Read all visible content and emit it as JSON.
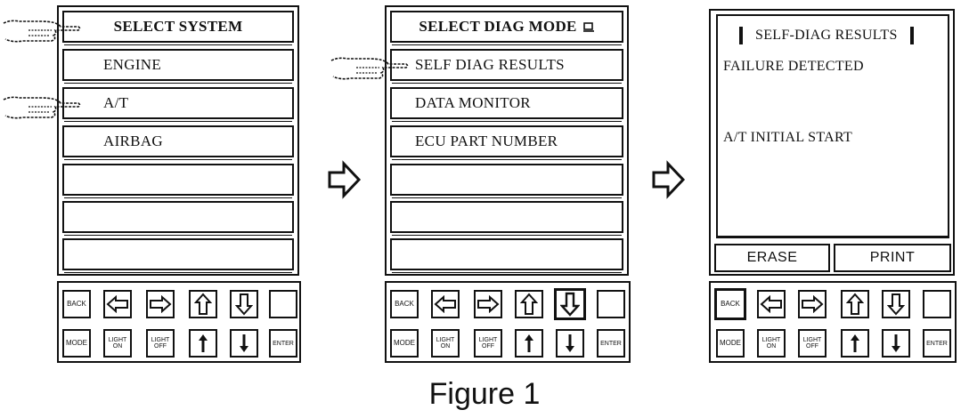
{
  "screen1": {
    "title": "SELECT SYSTEM",
    "items": [
      "ENGINE",
      "A/T",
      "AIRBAG",
      "",
      "",
      ""
    ]
  },
  "screen2": {
    "title": "SELECT DIAG MODE",
    "title_icon": "small-box-icon",
    "items": [
      "SELF DIAG RESULTS",
      "DATA MONITOR",
      "ECU PART NUMBER",
      "",
      "",
      ""
    ]
  },
  "screen3": {
    "title": "SELF-DIAG RESULTS",
    "line1": "FAILURE DETECTED",
    "line2": "A/T INITIAL START",
    "erase_label": "ERASE",
    "print_label": "PRINT"
  },
  "keypad": {
    "back": "BACK",
    "mode": "MODE",
    "light_on_1": "LIGHT",
    "light_on_2": "ON",
    "light_off_1": "LIGHT",
    "light_off_2": "OFF",
    "enter": "ENTER"
  },
  "caption": "Figure 1",
  "icons": {
    "pointer": "pointing-hand-icon",
    "flow": "hollow-right-arrow-icon",
    "left": "hollow-left-arrow-icon",
    "right": "hollow-right-arrow-icon",
    "up": "hollow-up-arrow-icon",
    "down": "hollow-down-arrow-icon",
    "page_up": "page-up-arrow-icon",
    "page_down": "page-down-arrow-icon"
  }
}
